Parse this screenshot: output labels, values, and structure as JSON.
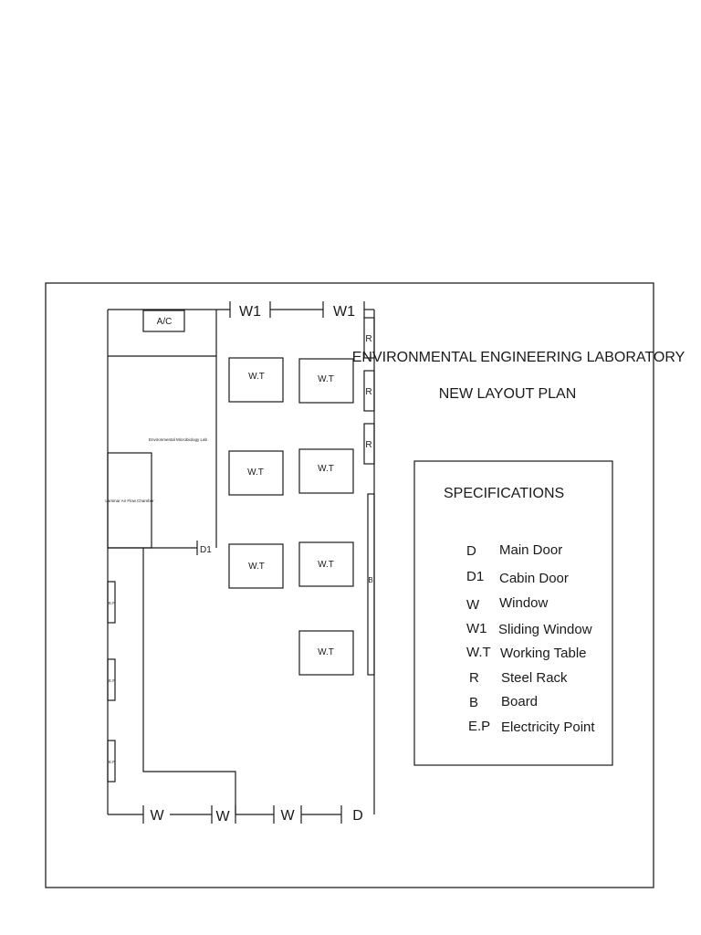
{
  "title": {
    "line1": "ENVIRONMENTAL ENGINEERING LABORATORY",
    "line2": "NEW LAYOUT PLAN"
  },
  "rooms": {
    "ac": "A/C",
    "microbiology_lab": "Environmental Microbiology Lab",
    "laminar_air_flow": "Laminar Air Flow Chamber"
  },
  "markers": {
    "w1": "W1",
    "w": "W",
    "d": "D",
    "d1": "D1",
    "wt": "W.T",
    "r": "R",
    "b": "B",
    "ep": "E.P"
  },
  "specifications": {
    "heading": "SPECIFICATIONS",
    "items": [
      {
        "code": "D",
        "desc": "Main Door"
      },
      {
        "code": "D1",
        "desc": "Cabin Door"
      },
      {
        "code": "W",
        "desc": "Window"
      },
      {
        "code": "W1",
        "desc": "Sliding Window"
      },
      {
        "code": "W.T",
        "desc": "Working Table"
      },
      {
        "code": "R",
        "desc": "Steel Rack"
      },
      {
        "code": "B",
        "desc": "Board"
      },
      {
        "code": "E.P",
        "desc": "Electricity Point"
      }
    ]
  }
}
